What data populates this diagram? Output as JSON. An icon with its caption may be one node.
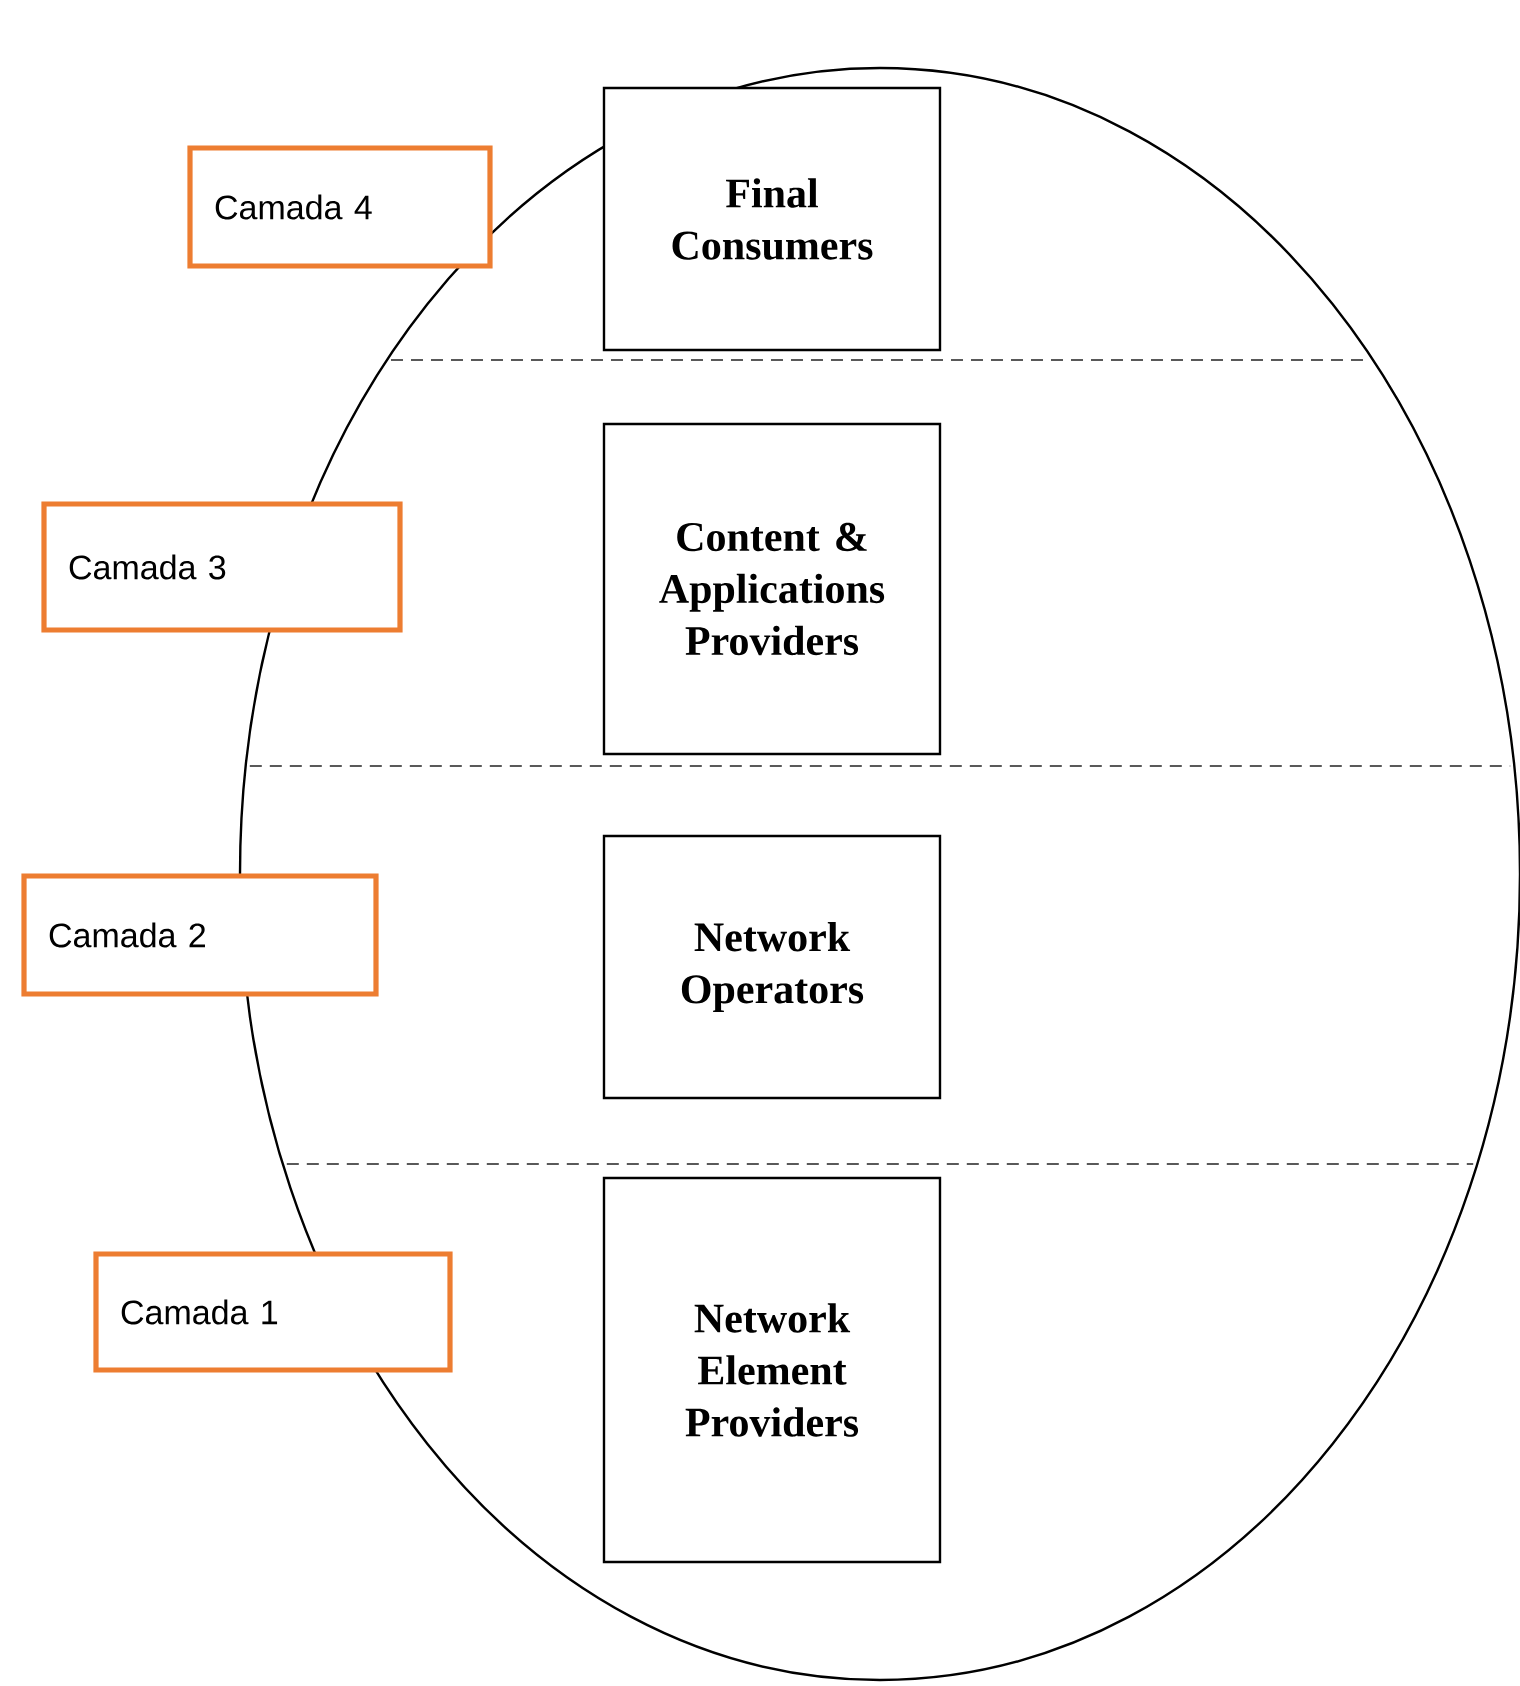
{
  "diagram": {
    "nodes": [
      {
        "text": [],
        "shape": "ellipse"
      },
      {
        "text": [
          "Final Consumers"
        ],
        "in": 0
      },
      {
        "text": [
          "Content & Applications Providers"
        ],
        "in": 0
      },
      {
        "text": [
          "Network Operators"
        ],
        "in": 0
      },
      {
        "text": [
          "Network Element Providers"
        ],
        "in": 0
      },
      {
        "text": [
          "Camada 4"
        ]
      },
      {
        "text": [
          "Camada 3"
        ]
      },
      {
        "text": [
          "Camada 2"
        ]
      },
      {
        "text": [
          "Camada 1"
        ]
      }
    ]
  }
}
